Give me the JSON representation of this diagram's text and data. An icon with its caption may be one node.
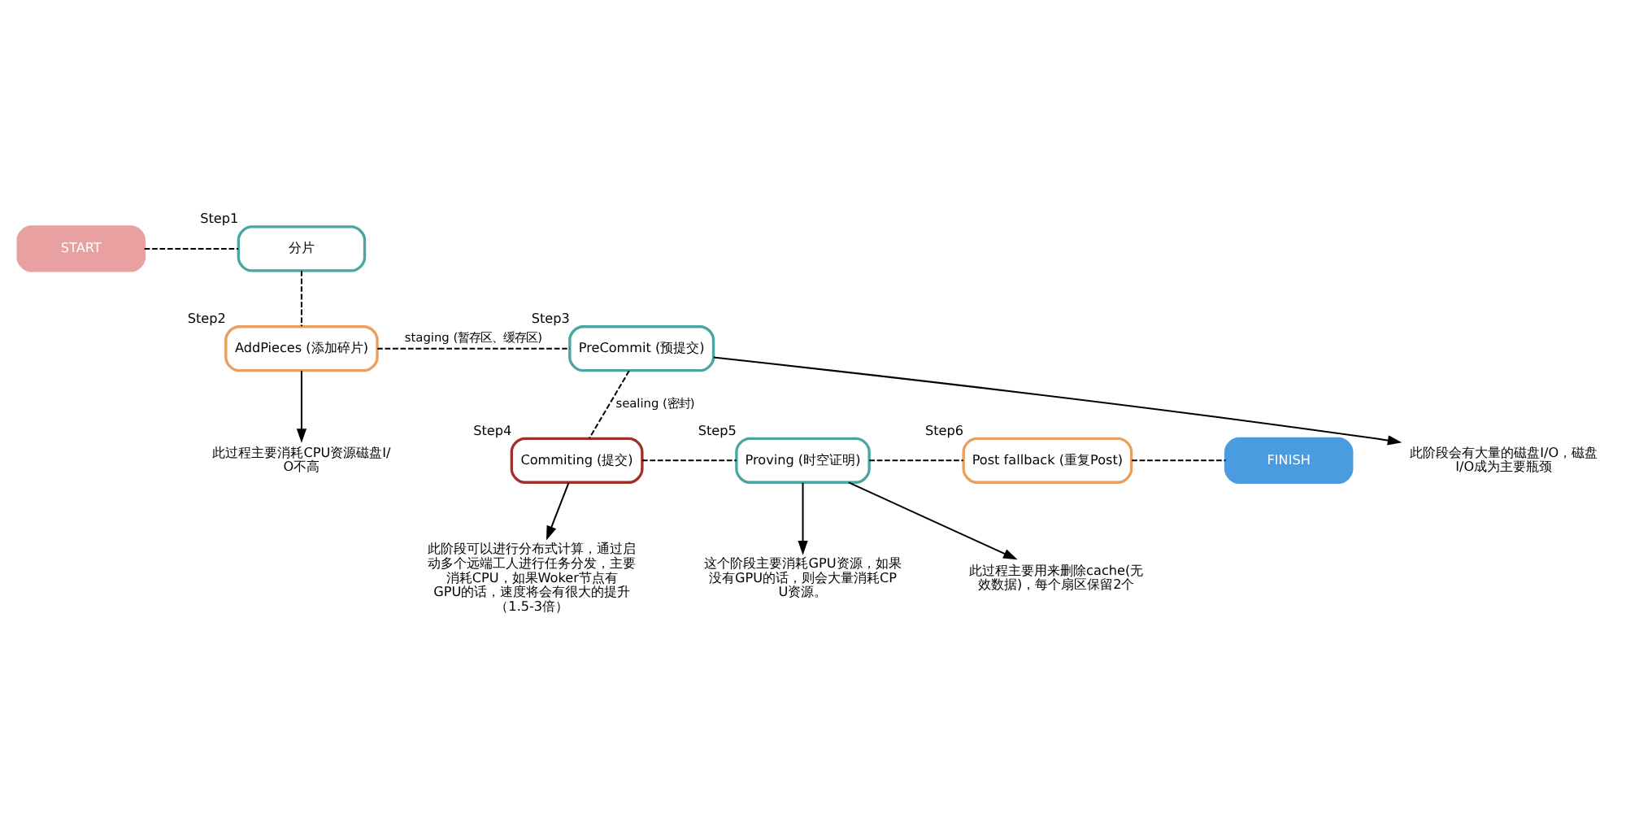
{
  "diagram": {
    "nodes": [
      {
        "text": [
          "START"
        ]
      },
      {
        "text": [
          "分片"
        ],
        "beside": [
          "Step1"
        ]
      },
      {
        "text": [
          "AddPieces (添加碎片)"
        ],
        "beside": [
          "Step2"
        ]
      },
      {
        "text": [
          "PreCommit (预提交)"
        ],
        "beside": [
          "Step3"
        ]
      },
      {
        "text": [
          "Commiting (提交)"
        ],
        "beside": [
          "Step4"
        ]
      },
      {
        "text": [
          "Proving (时空证明)"
        ],
        "beside": [
          "Step5"
        ]
      },
      {
        "text": [
          "Post fallback (重复Post)"
        ],
        "beside": [
          "Step6"
        ]
      },
      {
        "text": [
          "FINISH"
        ]
      },
      {
        "text": [
          "此过程主要消耗CPU资源磁盘I/O不高"
        ]
      },
      {
        "text": [
          "此阶段会有大量的磁盘I/O，磁盘I/O成为主要瓶颈"
        ]
      },
      {
        "text": [
          "此阶段可以进行分布式计算，通过启动多个远端工人进行任务分发，主要消耗CPU，如果Woker节点有GPU的话，速度将会有很大的提升（1.5-3倍）"
        ]
      },
      {
        "text": [
          "这个阶段主要消耗GPU资源，如果没有GPU的话，则会大量消耗CPU资源。"
        ]
      },
      {
        "text": [
          "此过程主要用来删除cache(无效数据)，每个扇区保留2个"
        ]
      }
    ],
    "edges": [
      {
        "from": 0,
        "to": 1,
        "arrow": "none",
        "style": "dashed"
      },
      {
        "from": 1,
        "to": 2,
        "arrow": "none",
        "style": "dashed"
      },
      {
        "from": 2,
        "to": 8,
        "arrow": "to"
      },
      {
        "from": 2,
        "to": 3,
        "arrow": "none",
        "style": "dashed",
        "label": "staging (暂存区、缓存区)"
      },
      {
        "from": 3,
        "to": 9,
        "arrow": "to"
      },
      {
        "from": 3,
        "to": 4,
        "arrow": "none",
        "style": "dashed",
        "label": "sealing (密封)"
      },
      {
        "from": 4,
        "to": 10,
        "arrow": "to"
      },
      {
        "from": 4,
        "to": 5,
        "arrow": "none",
        "style": "dashed"
      },
      {
        "from": 5,
        "to": 11,
        "arrow": "to"
      },
      {
        "from": 5,
        "to": 6,
        "arrow": "none",
        "style": "dashed"
      },
      {
        "from": 5,
        "to": 12,
        "arrow": "to"
      },
      {
        "from": 6,
        "to": 7,
        "arrow": "none",
        "style": "dashed"
      }
    ]
  }
}
